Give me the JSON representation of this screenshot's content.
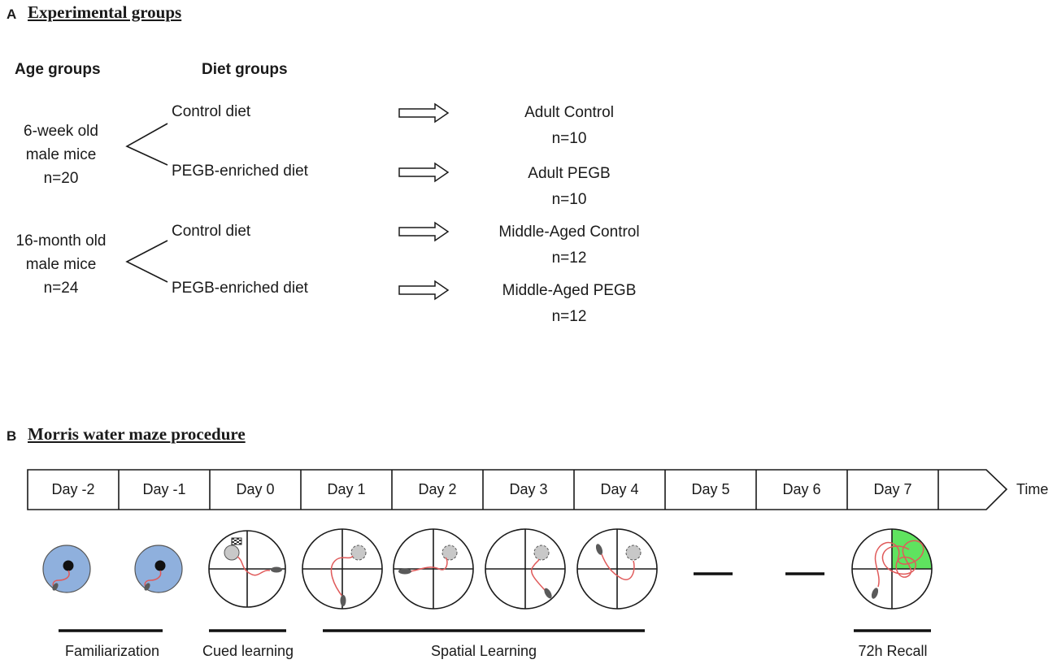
{
  "panel_a": {
    "letter": "A",
    "title": "Experimental groups",
    "age_header": "Age groups",
    "diet_header": "Diet groups",
    "age_groups": [
      {
        "lines": [
          "6-week old",
          "male mice",
          "n=20"
        ]
      },
      {
        "lines": [
          "16-month old",
          "male mice",
          "n=24"
        ]
      }
    ],
    "diets": [
      "Control diet",
      "PEGB-enriched diet",
      "Control diet",
      "PEGB-enriched diet"
    ],
    "outcomes": [
      {
        "name": "Adult Control",
        "n": "n=10"
      },
      {
        "name": "Adult PEGB",
        "n": "n=10"
      },
      {
        "name": "Middle-Aged Control",
        "n": "n=12"
      },
      {
        "name": "Middle-Aged PEGB",
        "n": "n=12"
      }
    ]
  },
  "panel_b": {
    "letter": "B",
    "title": "Morris water maze procedure",
    "days": [
      "Day -2",
      "Day -1",
      "Day 0",
      "Day 1",
      "Day 2",
      "Day 3",
      "Day 4",
      "Day 5",
      "Day 6",
      "Day 7"
    ],
    "time_label": "Time",
    "phases": [
      "Familiarization",
      "Cued learning",
      "Spatial Learning",
      "72h Recall"
    ],
    "colors": {
      "pool_blue": "#8fb0dd",
      "target_quadrant": "#5fe35f",
      "swim_path": "#e05a5a",
      "mouse": "#5a5a5a",
      "platform": "#c8c8c8"
    }
  }
}
